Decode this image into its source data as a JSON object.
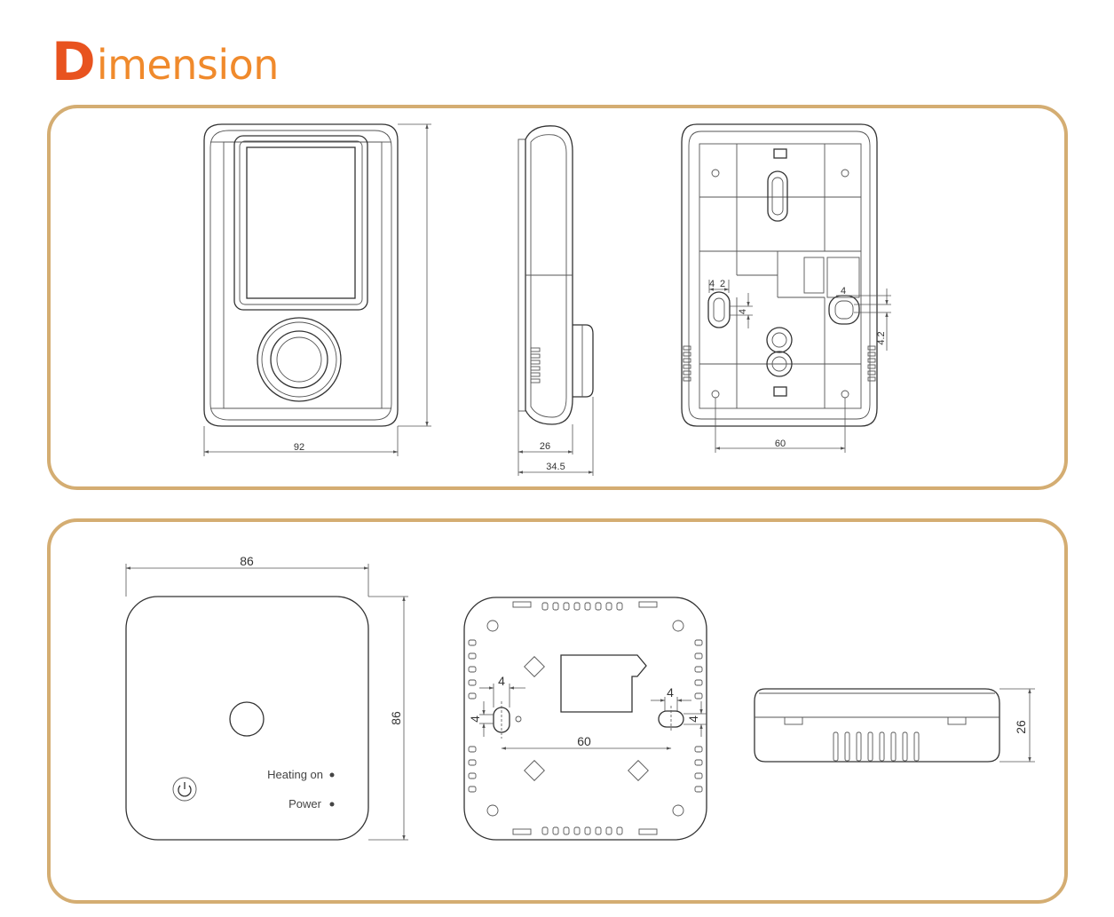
{
  "header": {
    "title_first_letter": "D",
    "title_rest": "imension"
  },
  "top_panel": {
    "front_view": {
      "width_label": "92"
    },
    "side_view": {
      "depth_label": "26",
      "total_depth_label": "34.5"
    },
    "back_view": {
      "hole_width_label": "4",
      "hole_offset_label": "2",
      "hole_height_label": "4",
      "right_hole_width_label": "4",
      "right_hole_height_label": "4.2",
      "hole_spacing_label": "60"
    }
  },
  "bottom_panel": {
    "front_view": {
      "width_label": "86",
      "height_label": "86",
      "status_heating_label": "Heating on",
      "status_power_label": "Power"
    },
    "back_view": {
      "left_hole_width_label": "4",
      "left_hole_height_label": "4",
      "right_hole_width_label": "4",
      "right_hole_height_label": "4",
      "hole_spacing_label": "60"
    },
    "side_view": {
      "height_label": "26"
    }
  },
  "colors": {
    "title_first": "#e8531f",
    "title_rest": "#f08a2c",
    "panel_border": "#d4ad72",
    "line": "#333333"
  },
  "icons": [
    "power-icon"
  ]
}
